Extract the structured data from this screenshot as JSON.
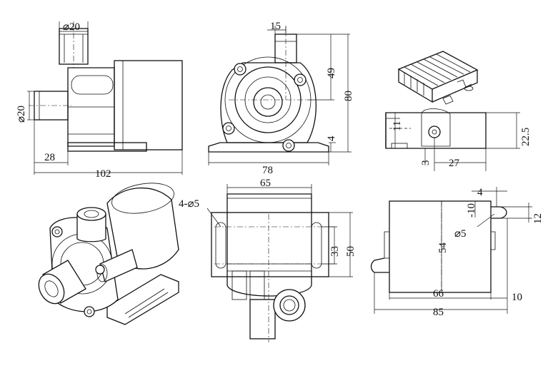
{
  "views": {
    "side": {
      "d_top_outlet": "⌀20",
      "d_inlet": "⌀20",
      "inlet_length": "28",
      "total_length": "102"
    },
    "front": {
      "outlet_offset": "15",
      "outlet_height": "49",
      "total_height": "80",
      "base_thickness": "4",
      "base_width": "78"
    },
    "controller": {
      "dim_11": "11",
      "dim_22_5": "22.5",
      "dim_3": "3",
      "dim_27": "27"
    },
    "top": {
      "mount_holes": "4-⌀5",
      "width_65": "65",
      "slot_33": "33",
      "width_50": "50"
    },
    "bottom": {
      "hole_d": "⌀5",
      "slot_10_top": "-10",
      "dim_4": "4",
      "dim_12": "12",
      "height_54": "54",
      "width_66": "66",
      "total_85": "85",
      "flange_10": "10"
    }
  }
}
